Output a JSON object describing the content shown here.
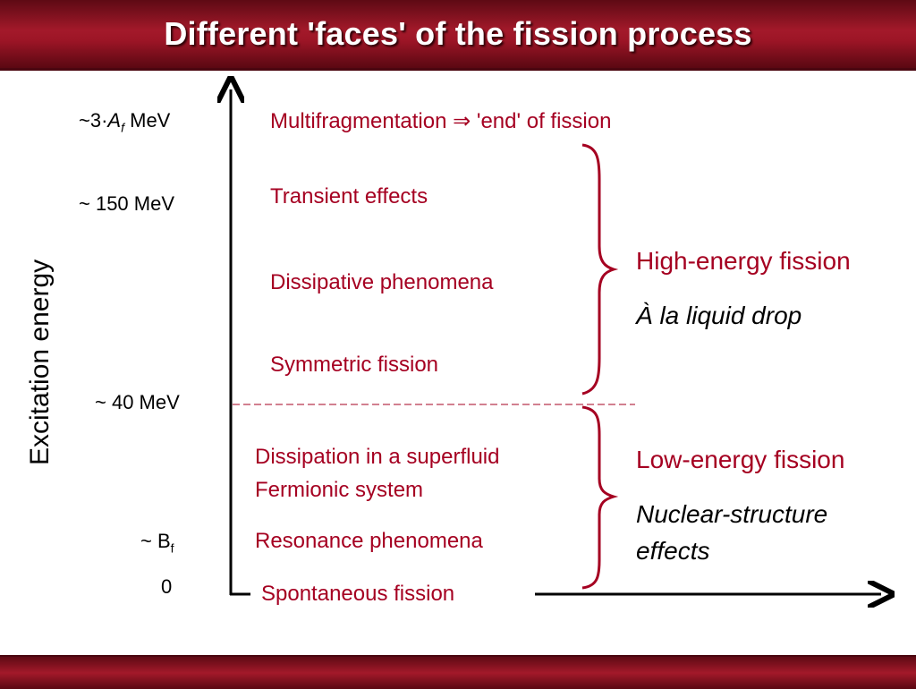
{
  "title": "Different 'faces' of the fission process",
  "y_axis_label": "Excitation energy",
  "energy_labels": {
    "top_prefix": "~3·",
    "top_A": "A",
    "top_sub": "f",
    "top_unit": " MeV",
    "mev150": "~ 150 MeV",
    "mev40": "~ 40 MeV",
    "bf_prefix": "~ B",
    "bf_sub": "f",
    "zero": "0"
  },
  "phenomena": {
    "multifragmentation": "Multifragmentation ⇒ 'end' of fission",
    "transient": "Transient effects",
    "dissipative": "Dissipative phenomena",
    "symmetric": "Symmetric fission",
    "superfluid_line1": "Dissipation in a superfluid",
    "superfluid_line2": "Fermionic system",
    "resonance": "Resonance phenomena",
    "spontaneous": "Spontaneous fission"
  },
  "groups": {
    "high_energy": "High-energy fission",
    "high_energy_desc": "À la liquid drop",
    "low_energy": "Low-energy fission",
    "low_energy_desc_line1": "Nuclear-structure",
    "low_energy_desc_line2": "effects"
  },
  "colors": {
    "accent": "#a50021",
    "title_bar": "#9c1526",
    "text": "#000000"
  }
}
